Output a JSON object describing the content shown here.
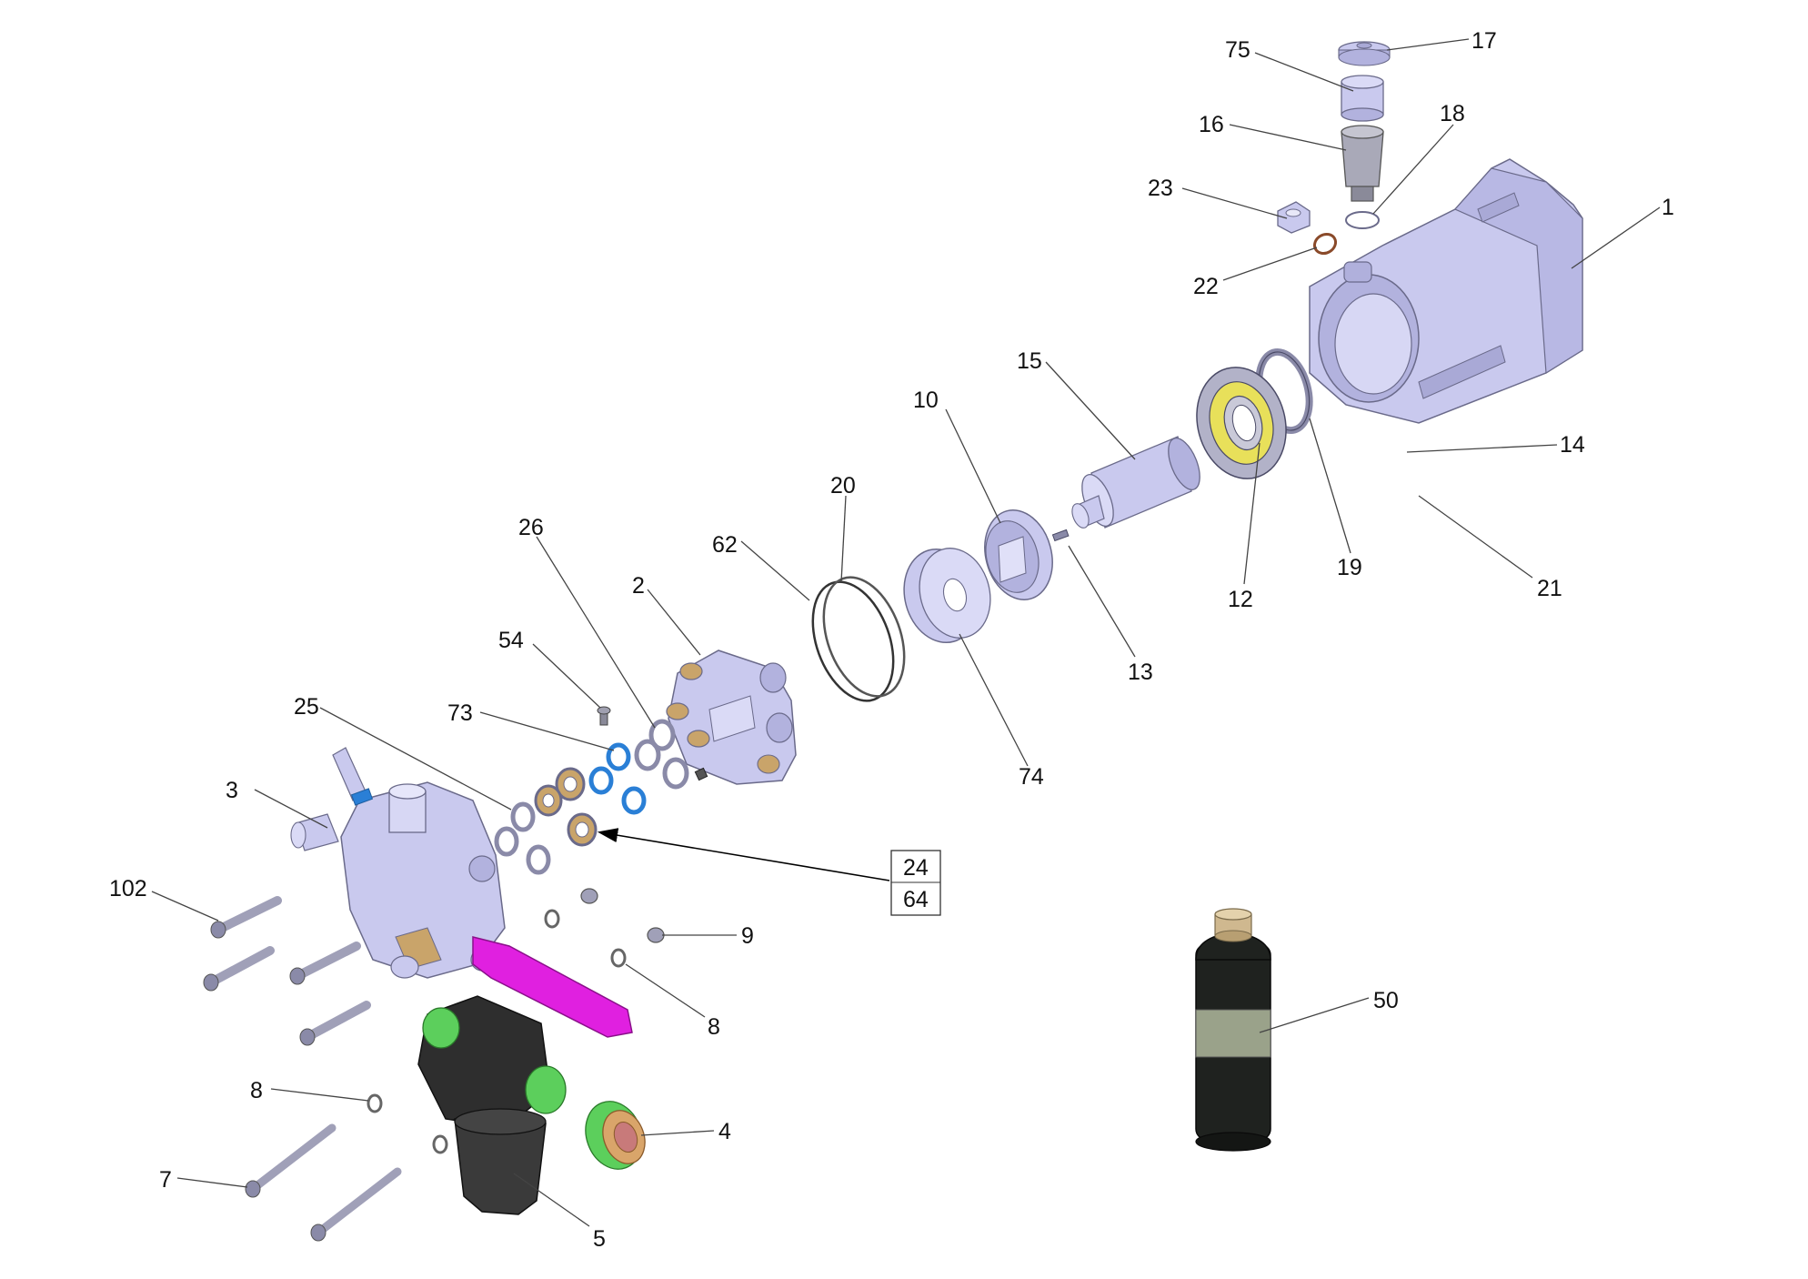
{
  "colors": {
    "part": "#c9c9ee",
    "part_shade": "#a9a9d6",
    "part_dark": "#8a8ab8",
    "bearing_yellow": "#e8e05a",
    "seal_blue": "#2a7fd6",
    "seal_tan": "#c9a46a",
    "oring_brown": "#8a4a2a",
    "magenta": "#e020e0",
    "green": "#5ccf5c",
    "filter_black": "#2e2e2e",
    "bottle_black": "#1f221f",
    "bottle_band": "#9aa28a",
    "bottle_cap": "#cfb88f"
  },
  "callouts": [
    {
      "id": "17",
      "label": "17"
    },
    {
      "id": "75",
      "label": "75"
    },
    {
      "id": "16",
      "label": "16"
    },
    {
      "id": "18",
      "label": "18"
    },
    {
      "id": "23",
      "label": "23"
    },
    {
      "id": "1",
      "label": "1"
    },
    {
      "id": "22",
      "label": "22"
    },
    {
      "id": "15",
      "label": "15"
    },
    {
      "id": "10",
      "label": "10"
    },
    {
      "id": "14",
      "label": "14"
    },
    {
      "id": "20",
      "label": "20"
    },
    {
      "id": "19",
      "label": "19"
    },
    {
      "id": "21",
      "label": "21"
    },
    {
      "id": "62",
      "label": "62"
    },
    {
      "id": "12",
      "label": "12"
    },
    {
      "id": "26",
      "label": "26"
    },
    {
      "id": "2",
      "label": "2"
    },
    {
      "id": "13",
      "label": "13"
    },
    {
      "id": "54",
      "label": "54"
    },
    {
      "id": "25",
      "label": "25"
    },
    {
      "id": "73",
      "label": "73"
    },
    {
      "id": "74",
      "label": "74"
    },
    {
      "id": "3",
      "label": "3"
    },
    {
      "id": "102",
      "label": "102"
    },
    {
      "id": "9",
      "label": "9"
    },
    {
      "id": "50",
      "label": "50"
    },
    {
      "id": "8a",
      "label": "8"
    },
    {
      "id": "8b",
      "label": "8"
    },
    {
      "id": "4",
      "label": "4"
    },
    {
      "id": "7",
      "label": "7"
    },
    {
      "id": "5",
      "label": "5"
    }
  ],
  "boxed_callout": {
    "line1": "24",
    "line2": "64"
  }
}
